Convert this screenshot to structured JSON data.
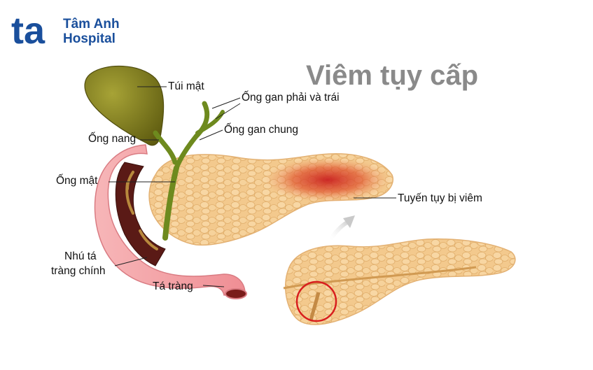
{
  "brand": {
    "mark": "ta",
    "name_line1": "Tâm Anh",
    "name_line2": "Hospital",
    "color": "#1a4f9c"
  },
  "title": "Viêm tụy cấp",
  "labels": {
    "gallbladder": "Túi mật",
    "hepatic_ducts": "Ống gan phải và trái",
    "common_hepatic_duct": "Ống gan chung",
    "cystic_duct": "Ống nang",
    "bile_duct": "Ống mật",
    "inflamed_pancreas": "Tuyến tụy bị viêm",
    "papilla_line1": "Nhú tá",
    "papilla_line2": "tràng chính",
    "duodenum": "Tá tràng"
  },
  "colors": {
    "gallbladder": "#8c8a1c",
    "pancreas": "#f2c589",
    "inflammation": "#d2352b",
    "duodenum": "#f5a0a4",
    "duct": "#6e8a1e",
    "highlight_circle": "#d81e1e",
    "title": "#8a8a8a"
  }
}
